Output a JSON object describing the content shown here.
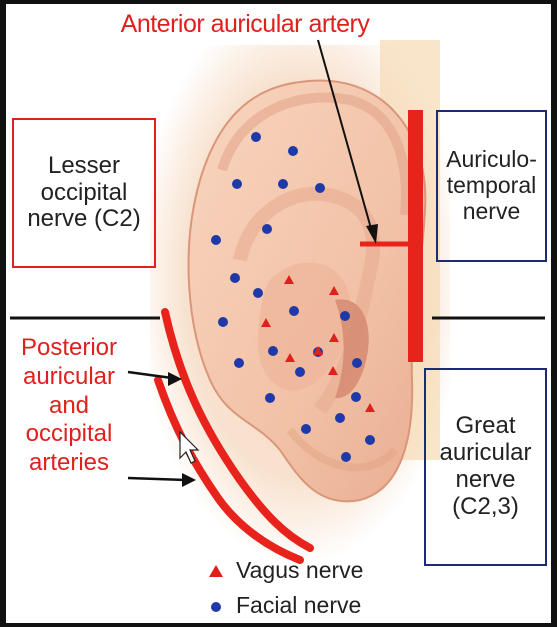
{
  "title": "Anterior auricular artery",
  "labels": {
    "lesser_occipital": "Lesser\noccipital\nnerve (C2)",
    "auriculotemporal": "Auriculo-\ntemporal\nnerve",
    "posterior_auricular": "Posterior\nauricular\nand\noccipital\narteries",
    "great_auricular": "Great\nauricular\nnerve\n(C2,3)"
  },
  "legend": [
    {
      "symbol": "triangle",
      "label": "Vagus nerve"
    },
    {
      "symbol": "dot",
      "label": "Facial nerve"
    }
  ],
  "colors": {
    "artery_red": "#e8231b",
    "title_red": "#e0201c",
    "box_red": "#e0201c",
    "box_navy": "#1c2a78",
    "dot_blue": "#1f3aa8",
    "skin": "#f4c9b0",
    "skin_shade": "#e9a88e",
    "background_tint": "#f6dcc4"
  }
}
